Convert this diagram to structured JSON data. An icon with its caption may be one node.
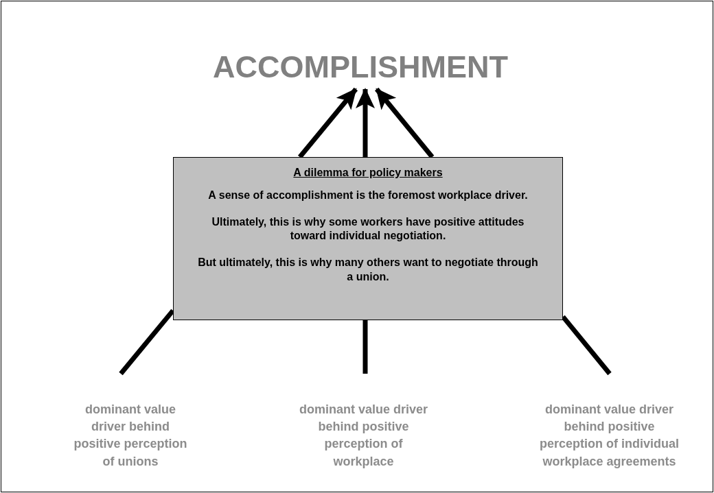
{
  "diagram": {
    "nodes": [
      {
        "text": [
          "ACCOMPLISHMENT"
        ]
      },
      {
        "text": [
          "A dilemma for policy makers",
          "A sense of accomplishment is the foremost workplace driver.",
          "Ultimately, this is why some workers have positive attitudes toward individual negotiation.",
          "But ultimately, this is why many others want to negotiate through a union."
        ]
      },
      {
        "text": [
          "dominant value driver behind positive perception of unions"
        ]
      },
      {
        "text": [
          "dominant value driver behind positive perception of workplace"
        ]
      },
      {
        "text": [
          "dominant value driver behind positive perception of individual workplace agreements"
        ]
      }
    ],
    "edges": [
      {
        "from": 2,
        "to": 1,
        "arrow": "none"
      },
      {
        "from": 3,
        "to": 1,
        "arrow": "none"
      },
      {
        "from": 4,
        "to": 1,
        "arrow": "none"
      },
      {
        "from": 1,
        "to": 0,
        "arrow": "to"
      },
      {
        "from": 1,
        "to": 0,
        "arrow": "to"
      },
      {
        "from": 1,
        "to": 0,
        "arrow": "to"
      }
    ]
  }
}
